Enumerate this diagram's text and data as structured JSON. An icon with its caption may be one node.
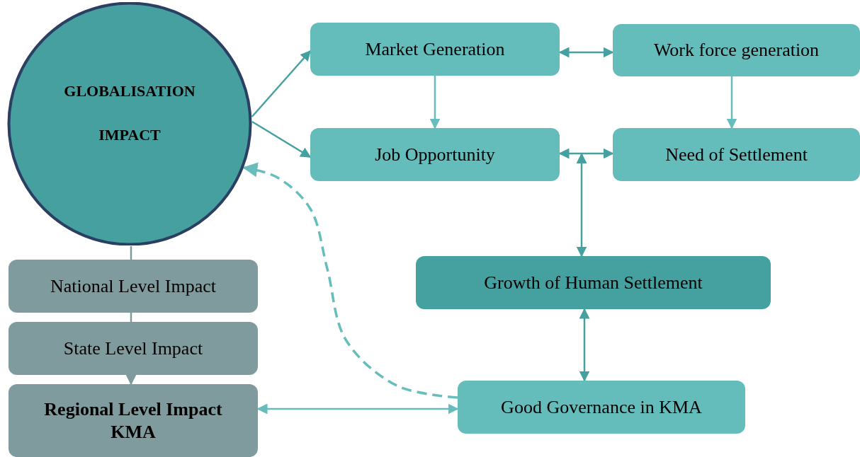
{
  "diagram": {
    "nodes": [
      {
        "text": [
          "GLOBALISATION IMPACT"
        ]
      },
      {
        "text": [
          "Market Generation"
        ]
      },
      {
        "text": [
          "Work force generation"
        ]
      },
      {
        "text": [
          "Job Opportunity"
        ]
      },
      {
        "text": [
          "Need of Settlement"
        ]
      },
      {
        "text": [
          "Growth of Human Settlement"
        ]
      },
      {
        "text": [
          "National Level Impact"
        ]
      },
      {
        "text": [
          "State Level Impact"
        ]
      },
      {
        "text": [
          "Regional Level Impact KMA"
        ]
      },
      {
        "text": [
          "Good Governance in KMA"
        ]
      }
    ],
    "edges": [
      {
        "from": 0,
        "to": 1,
        "arrow": "to"
      },
      {
        "from": 0,
        "to": 3,
        "arrow": "to"
      },
      {
        "from": 1,
        "to": 2,
        "arrow": "both"
      },
      {
        "from": 1,
        "to": 3,
        "arrow": "to",
        "color": "#66bdbb"
      },
      {
        "from": 2,
        "to": 4,
        "arrow": "to",
        "color": "#66bdbb"
      },
      {
        "from": 3,
        "to": 4,
        "arrow": "both"
      },
      {
        "from": 3,
        "to": 5,
        "arrow": "both"
      },
      {
        "from": 0,
        "to": 6,
        "arrow": "none",
        "color": "#7f9a9c"
      },
      {
        "from": 6,
        "to": 7,
        "arrow": "none",
        "color": "#7f9a9c"
      },
      {
        "from": 7,
        "to": 8,
        "arrow": "to",
        "color": "#7f9a9c"
      },
      {
        "from": 5,
        "to": 9,
        "arrow": "both"
      },
      {
        "from": 8,
        "to": 9,
        "arrow": "both",
        "color": "#66bdbb"
      },
      {
        "from": 9,
        "to": 0,
        "arrow": "to",
        "style": "dashed",
        "color": "#66bdbb"
      }
    ]
  }
}
